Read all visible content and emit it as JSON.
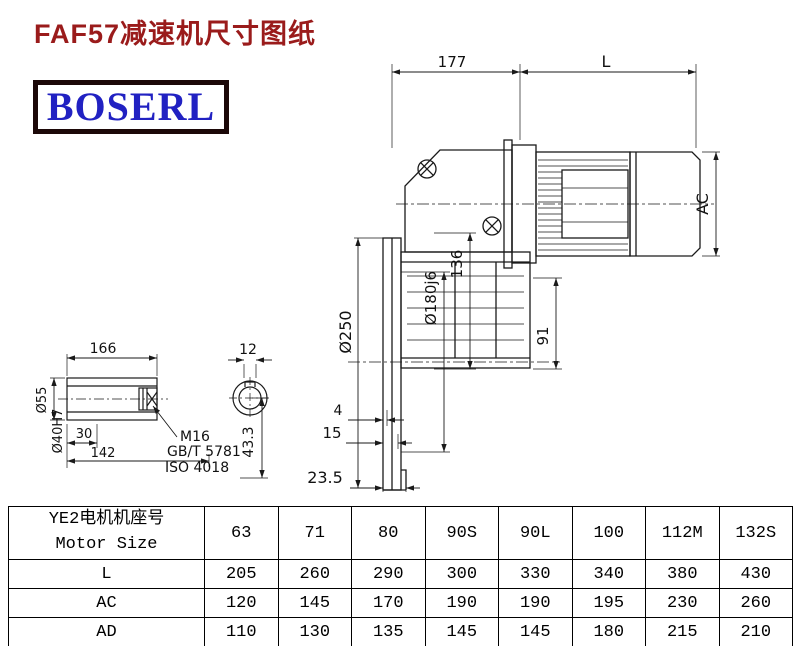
{
  "page": {
    "title": "FAF57减速机尺寸图纸",
    "brand": "BOSERL"
  },
  "colors": {
    "title_red": "#9a1b1b",
    "brand_blue": "#2121c2",
    "line": "#1a1a1a"
  },
  "drawing": {
    "labels": {
      "dim_177": "177",
      "dim_L": "L",
      "dim_AC": "AC",
      "dim_d250": "Ø250",
      "dim_d180": "Ø180j6",
      "dim_136": "136",
      "dim_91": "91",
      "dim_4": "4",
      "dim_15": "15",
      "dim_23_5": "23.5",
      "dim_43_3": "43.3",
      "dim_166": "166",
      "dim_12": "12",
      "dim_d55": "Ø55",
      "dim_d40": "Ø40H7",
      "dim_30": "30",
      "dim_142": "142",
      "note_m16": "M16",
      "note_gbt": "GB/T 5781",
      "note_iso": "ISO 4018"
    }
  },
  "table": {
    "size_row": {
      "label_cn": "YE2电机机座号",
      "label_en": "Motor Size",
      "values": [
        "63",
        "71",
        "80",
        "90S",
        "90L",
        "100",
        "112M",
        "132S"
      ]
    },
    "rows": [
      {
        "label": "L",
        "values": [
          "205",
          "260",
          "290",
          "300",
          "330",
          "340",
          "380",
          "430"
        ]
      },
      {
        "label": "AC",
        "values": [
          "120",
          "145",
          "170",
          "190",
          "190",
          "195",
          "230",
          "260"
        ]
      },
      {
        "label": "AD",
        "values": [
          "110",
          "130",
          "135",
          "145",
          "145",
          "180",
          "215",
          "210"
        ]
      }
    ]
  }
}
